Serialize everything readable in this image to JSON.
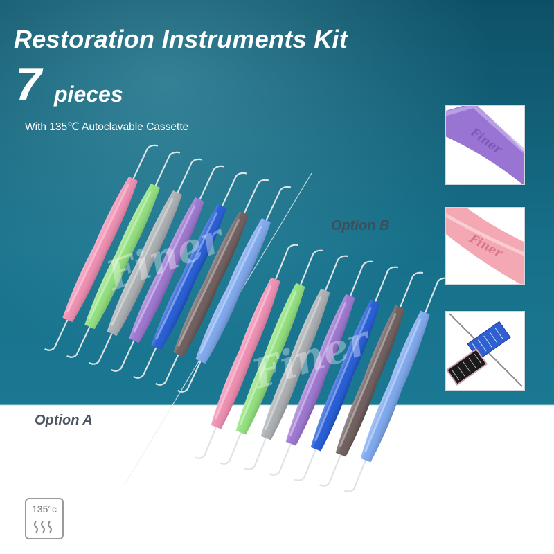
{
  "header": {
    "title": "Restoration Instruments Kit",
    "count_number": "7",
    "count_unit": "pieces",
    "subtitle": "With 135℃ Autoclavable Cassette"
  },
  "options": {
    "option_a": "Option A",
    "option_b": "Option B"
  },
  "watermark": "Finer",
  "handle_colors": [
    "#f08bb0",
    "#8fe07a",
    "#a9adb0",
    "#9a72cf",
    "#1d57d6",
    "#6a5858",
    "#7aa6ee"
  ],
  "thumbnails": [
    {
      "name": "purple-handle-closeup",
      "color": "#9a74d2"
    },
    {
      "name": "pink-handle-closeup",
      "color": "#f3a8b4"
    },
    {
      "name": "cassette-closeup",
      "color": "#2f5fd0"
    }
  ],
  "autoclave_badge": {
    "temperature": "135°c",
    "icon": "steam-icon"
  }
}
